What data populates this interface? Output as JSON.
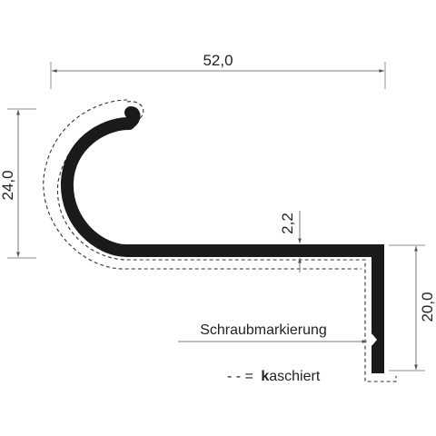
{
  "dimensions": {
    "width": "52,0",
    "height_left": "24,0",
    "thickness": "2,2",
    "height_right": "20,0"
  },
  "annotations": {
    "screw_marking": "Schraubmarkierung",
    "legend_dashes": "- - =",
    "legend_bold": "k",
    "legend_rest": "aschiert"
  },
  "colors": {
    "profile": "#1a1a1a",
    "dimension_lines": "#555555",
    "laminate_outline": "#333333"
  }
}
